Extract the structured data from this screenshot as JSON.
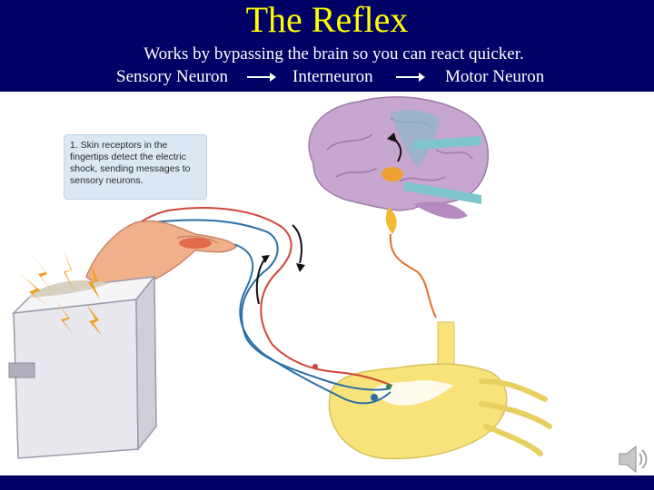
{
  "slide": {
    "title": "The Reflex",
    "subtitle": "Works by bypassing the brain so you can react quicker.",
    "flow": [
      "Sensory Neuron",
      "Interneuron",
      "Motor Neuron"
    ]
  },
  "callout": {
    "text": "1. Skin receptors in the\nfingertips detect the electric\nshock, sending messages to\nsensory neurons."
  },
  "icons": {
    "audio": "speaker-icon"
  },
  "colors": {
    "header_bg": "#000066",
    "title": "#ffff00",
    "text": "#ffffff",
    "sensory_neuron": "#2a6fa8",
    "motor_neuron": "#d0453a",
    "spinal_cord": "#f7e37a"
  }
}
